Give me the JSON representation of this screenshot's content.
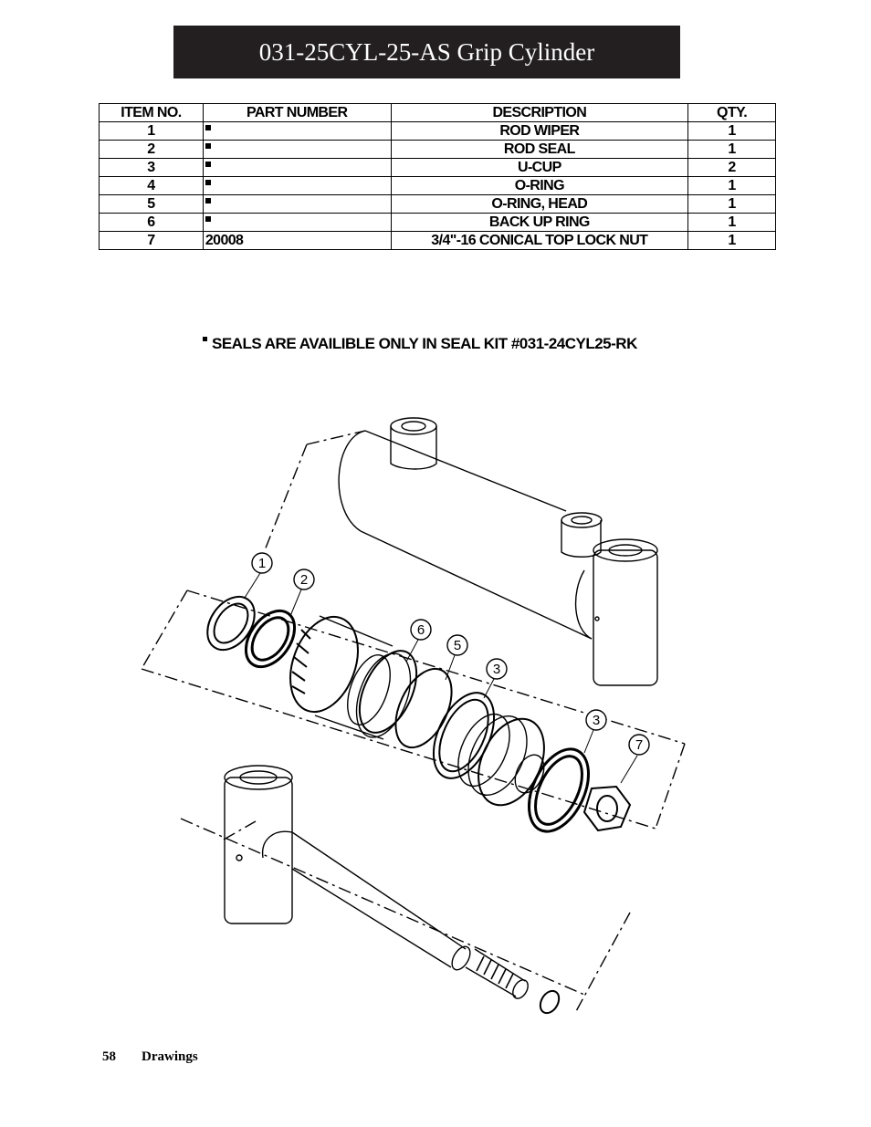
{
  "title": "031-25CYL-25-AS Grip Cylinder",
  "table": {
    "headers": [
      "ITEM NO.",
      "PART NUMBER",
      "DESCRIPTION",
      "QTY."
    ],
    "rows": [
      {
        "item": "1",
        "part": "",
        "seal": true,
        "desc": "ROD WIPER",
        "qty": "1"
      },
      {
        "item": "2",
        "part": "",
        "seal": true,
        "desc": "ROD SEAL",
        "qty": "1"
      },
      {
        "item": "3",
        "part": "",
        "seal": true,
        "desc": "U-CUP",
        "qty": "2"
      },
      {
        "item": "4",
        "part": "",
        "seal": true,
        "desc": "O-RING",
        "qty": "1"
      },
      {
        "item": "5",
        "part": "",
        "seal": true,
        "desc": "O-RING, HEAD",
        "qty": "1"
      },
      {
        "item": "6",
        "part": "",
        "seal": true,
        "desc": "BACK UP RING",
        "qty": "1"
      },
      {
        "item": "7",
        "part": "20008",
        "seal": false,
        "desc": "3/4\"-16 CONICAL TOP LOCK NUT",
        "qty": "1"
      }
    ]
  },
  "note": "SEALS ARE AVAILIBLE ONLY IN SEAL KIT #031-24CYL25-RK",
  "callouts": [
    "1",
    "2",
    "6",
    "5",
    "3",
    "3",
    "7"
  ],
  "footer": {
    "page": "58",
    "section": "Drawings"
  }
}
